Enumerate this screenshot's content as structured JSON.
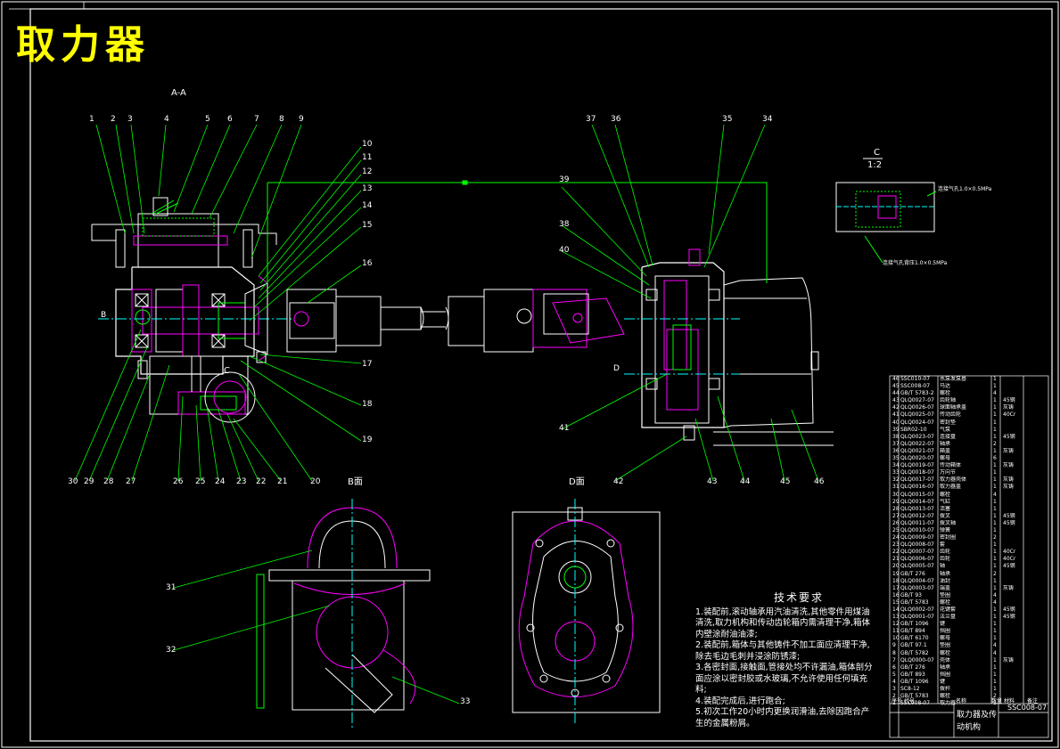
{
  "title": "取力器",
  "section_labels": {
    "aa": "A-A",
    "c_detail": "C",
    "c_scale": "1:2",
    "b_view": "B面",
    "d_view": "D面",
    "b_arrow": "B",
    "d_arrow": "D",
    "c_arrow": "C"
  },
  "part_numbers_top_left": [
    "1",
    "2",
    "3",
    "4",
    "5",
    "6",
    "7",
    "8",
    "9"
  ],
  "part_numbers_right_callouts": [
    "10",
    "11",
    "12",
    "13",
    "14",
    "15",
    "16",
    "17",
    "18",
    "19"
  ],
  "part_numbers_bottom_left": [
    "30",
    "29",
    "28",
    "27",
    "26",
    "25",
    "24",
    "23",
    "22",
    "21",
    "20"
  ],
  "part_numbers_top_right": [
    "37",
    "36",
    "35",
    "34"
  ],
  "part_numbers_mid": [
    "38",
    "39",
    "40",
    "41",
    "42",
    "43",
    "44",
    "45",
    "46"
  ],
  "part_numbers_b_view": [
    "31",
    "32",
    "33"
  ],
  "detail_c_notes": [
    "连接气孔1.0×0.5MPa",
    "连接气孔背压1.0×0.5MPa"
  ],
  "tech_requirements": {
    "heading": "技术要求",
    "items": [
      "1.装配前,滚动轴承用汽油清洗,其他零件用煤油清洗,取力机构和传动齿轮箱内需清理干净,箱体内壁涂耐油油漆;",
      "2.装配前,箱体与其他铸件不加工面应清理干净,除去毛边毛刺并浸涂防锈漆;",
      "3.各密封面,接触面,管接处均不许漏油,箱体剖分面应涂以密封胶或水玻璃,不允许使用任何填充料;",
      "4.装配完成后,进行跑合;",
      "5.初次工作20小时内更换润滑油,去除因跑合产生的金属粉屑。"
    ]
  },
  "title_block": {
    "name": "取力器及传动机构",
    "drawing_no": "SSC008-07",
    "header_cols": [
      "序号",
      "代号",
      "名称",
      "数量",
      "材料",
      "备注"
    ]
  },
  "bom_rows": [
    [
      "46",
      "SSC010-07",
      "水泵发泵基",
      "1",
      ""
    ],
    [
      "45",
      "SSC008-07",
      "马达",
      "1",
      ""
    ],
    [
      "44",
      "GB/T 5783-2",
      "螺栓",
      "4",
      ""
    ],
    [
      "43",
      "QLQ0027-07",
      "齿轮轴",
      "1",
      "45钢"
    ],
    [
      "42",
      "QLQ0026-07",
      "球面轴承盖",
      "1",
      "灰铸"
    ],
    [
      "41",
      "QLQ0025-07",
      "传动齿轮",
      "1",
      "40Cr"
    ],
    [
      "40",
      "QLQ0024-07",
      "密封垫",
      "1",
      ""
    ],
    [
      "39",
      "SBR02-10",
      "气泵",
      "1",
      ""
    ],
    [
      "38",
      "QLQ0023-07",
      "连接盘",
      "1",
      "45钢"
    ],
    [
      "37",
      "QLQ0022-07",
      "轴承",
      "2",
      ""
    ],
    [
      "36",
      "QLQ0021-07",
      "箱盖",
      "1",
      "灰铸"
    ],
    [
      "35",
      "QLQ0020-07",
      "螺母",
      "6",
      ""
    ],
    [
      "34",
      "QLQ0019-07",
      "传动箱体",
      "1",
      "灰铸"
    ],
    [
      "33",
      "QLQ0018-07",
      "万向节",
      "1",
      ""
    ],
    [
      "32",
      "QLQ0017-07",
      "取力器壳体",
      "1",
      "灰铸"
    ],
    [
      "31",
      "QLQ0016-07",
      "取力器盖",
      "1",
      "灰铸"
    ],
    [
      "30",
      "QLQ0015-07",
      "螺栓",
      "4",
      ""
    ],
    [
      "29",
      "QLQ0014-07",
      "气缸",
      "1",
      ""
    ],
    [
      "28",
      "QLQ0013-07",
      "活塞",
      "1",
      ""
    ],
    [
      "27",
      "QLQ0012-07",
      "拨叉",
      "1",
      "45钢"
    ],
    [
      "26",
      "QLQ0011-07",
      "拨叉轴",
      "1",
      "45钢"
    ],
    [
      "25",
      "QLQ0010-07",
      "弹簧",
      "1",
      ""
    ],
    [
      "24",
      "QLQ0009-07",
      "密封圈",
      "2",
      ""
    ],
    [
      "23",
      "QLQ0008-07",
      "套",
      "1",
      ""
    ],
    [
      "22",
      "QLQ0007-07",
      "齿轮",
      "1",
      "40Cr"
    ],
    [
      "21",
      "QLQ0006-07",
      "齿轮",
      "1",
      "40Cr"
    ],
    [
      "20",
      "QLQ0005-07",
      "轴",
      "1",
      "45钢"
    ],
    [
      "19",
      "GB/T 276",
      "轴承",
      "2",
      ""
    ],
    [
      "18",
      "QLQ0004-07",
      "油封",
      "1",
      ""
    ],
    [
      "17",
      "QLQ0003-07",
      "端盖",
      "1",
      "灰铸"
    ],
    [
      "16",
      "GB/T 93",
      "垫圈",
      "4",
      ""
    ],
    [
      "15",
      "GB/T 5783",
      "螺栓",
      "4",
      ""
    ],
    [
      "14",
      "QLQ0002-07",
      "花键套",
      "1",
      "45钢"
    ],
    [
      "13",
      "QLQ0001-07",
      "法兰盘",
      "1",
      "45钢"
    ],
    [
      "12",
      "GB/T 1096",
      "键",
      "1",
      ""
    ],
    [
      "11",
      "GB/T 894",
      "挡圈",
      "1",
      ""
    ],
    [
      "10",
      "GB/T 6170",
      "螺母",
      "1",
      ""
    ],
    [
      "9",
      "GB/T 97.1",
      "垫圈",
      "4",
      ""
    ],
    [
      "8",
      "GB/T 5782",
      "螺栓",
      "4",
      ""
    ],
    [
      "7",
      "QLQ0000-07",
      "壳体",
      "1",
      "灰铸"
    ],
    [
      "6",
      "GB/T 276",
      "轴承",
      "1",
      ""
    ],
    [
      "5",
      "GB/T 893",
      "挡圈",
      "1",
      ""
    ],
    [
      "4",
      "GB/T 1096",
      "键",
      "1",
      ""
    ],
    [
      "3",
      "SC8-12",
      "拨杆",
      "1",
      ""
    ],
    [
      "2",
      "GB/T 5783",
      "螺栓",
      "2",
      ""
    ],
    [
      "1",
      "SSC008-07",
      "取力器",
      "1",
      ""
    ]
  ],
  "colors": {
    "background": "#000000",
    "title": "#ffff00",
    "outline": "#ffffff",
    "leader": "#00ff00",
    "part": "#ff00ff",
    "hatch": "#00ff00",
    "axis": "#00ffff"
  }
}
